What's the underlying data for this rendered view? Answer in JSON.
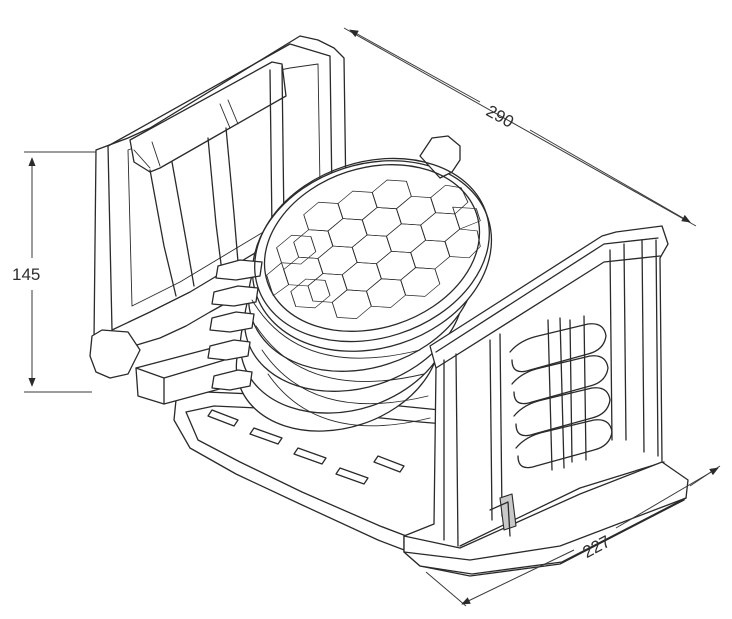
{
  "dimensions": {
    "length": "290",
    "height": "145",
    "width": "227"
  },
  "colors": {
    "line": "#2a2a2a",
    "fill": "#ffffff",
    "shade": "#c9c9c9"
  }
}
